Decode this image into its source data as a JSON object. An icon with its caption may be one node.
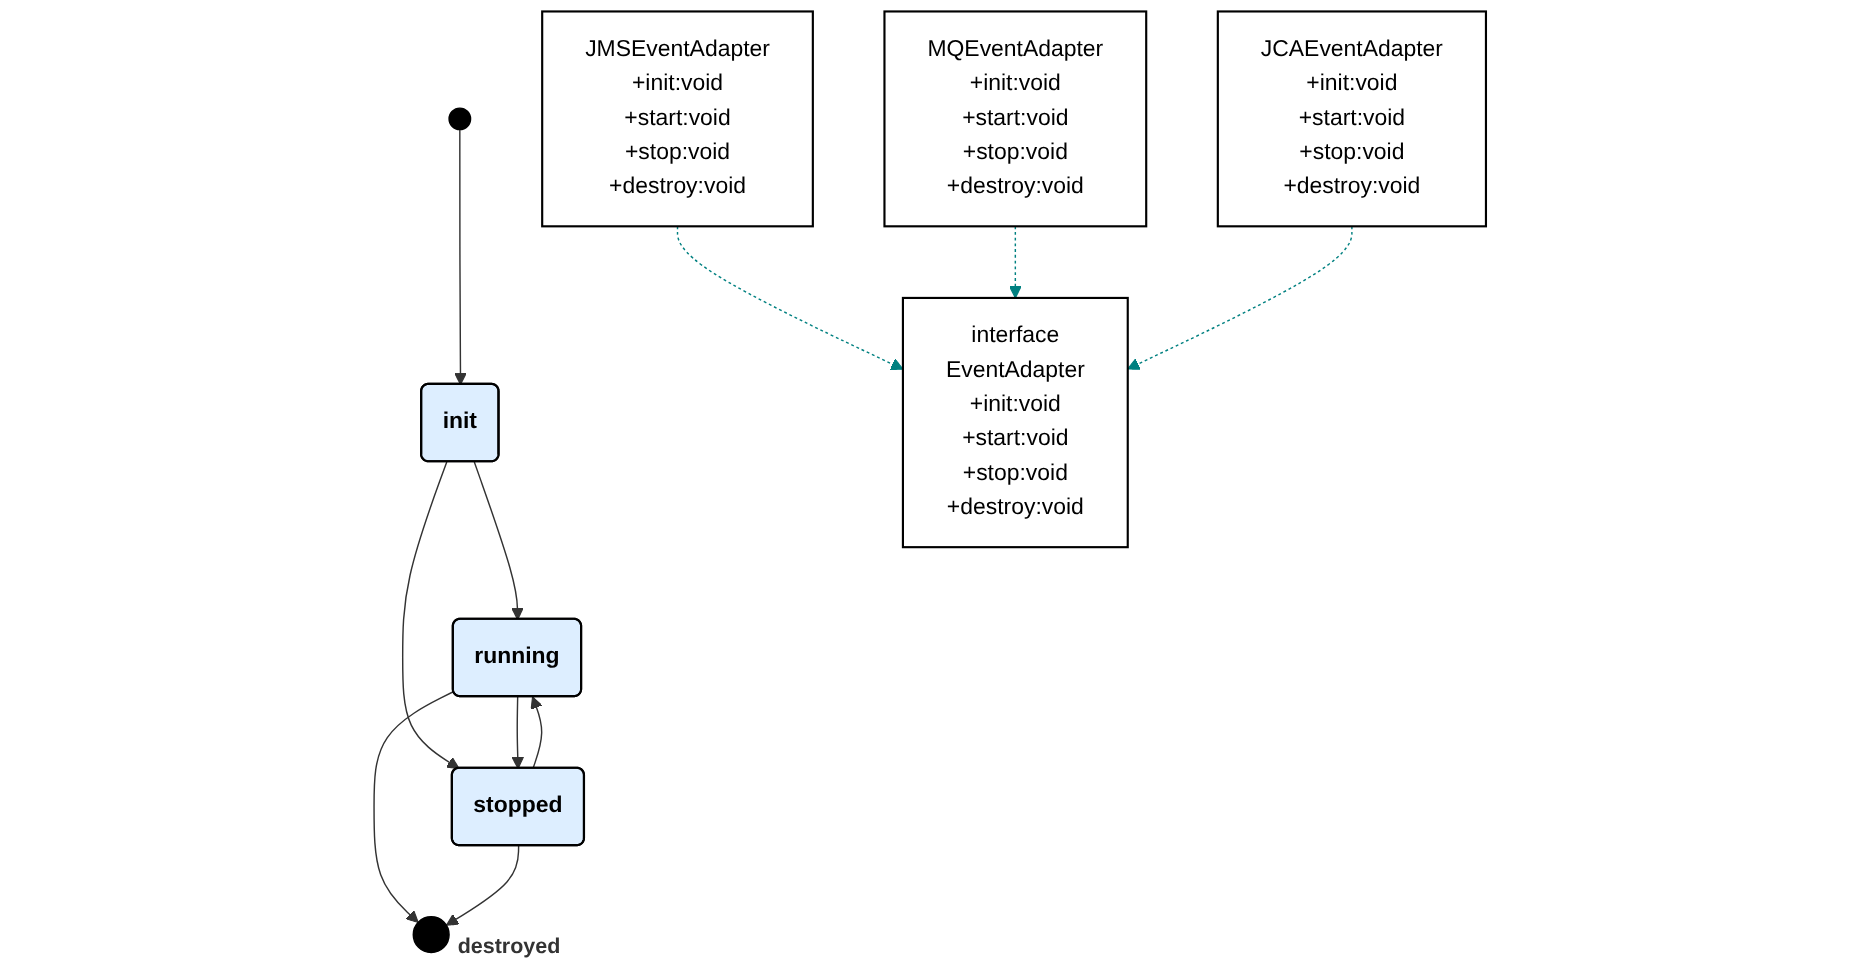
{
  "diagram": {
    "nodes": [
      {
        "text": [],
        "shape": "circle"
      },
      {
        "text": [
          "init"
        ]
      },
      {
        "text": [
          "running"
        ]
      },
      {
        "text": [
          "stopped"
        ]
      },
      {
        "text": [],
        "shape": "circle",
        "beside": [
          "destroyed"
        ]
      },
      {
        "text": [
          "interface",
          "EventAdapter",
          "+init:void",
          "+start:void",
          "+stop:void",
          "+destroy:void"
        ]
      },
      {
        "text": [
          "JMSEventAdapter",
          "+init:void",
          "+start:void",
          "+stop:void",
          "+destroy:void"
        ]
      },
      {
        "text": [
          "MQEventAdapter",
          "+init:void",
          "+start:void",
          "+stop:void",
          "+destroy:void"
        ]
      },
      {
        "text": [
          "JCAEventAdapter",
          "+init:void",
          "+start:void",
          "+stop:void",
          "+destroy:void"
        ]
      }
    ],
    "edges": [
      {
        "from": 0,
        "to": 1,
        "arrow": "to"
      },
      {
        "from": 1,
        "to": 2,
        "arrow": "to"
      },
      {
        "from": 1,
        "to": 3,
        "arrow": "to"
      },
      {
        "from": 2,
        "to": 3,
        "arrow": "to"
      },
      {
        "from": 3,
        "to": 2,
        "arrow": "to"
      },
      {
        "from": 2,
        "to": 4,
        "arrow": "to"
      },
      {
        "from": 3,
        "to": 4,
        "arrow": "to"
      },
      {
        "from": 6,
        "to": 5,
        "arrow": "to",
        "style": "dashed",
        "color": "#008080"
      },
      {
        "from": 7,
        "to": 5,
        "arrow": "to",
        "style": "dashed",
        "color": "#008080"
      },
      {
        "from": 8,
        "to": 5,
        "arrow": "to",
        "style": "dashed",
        "color": "#008080"
      }
    ]
  }
}
